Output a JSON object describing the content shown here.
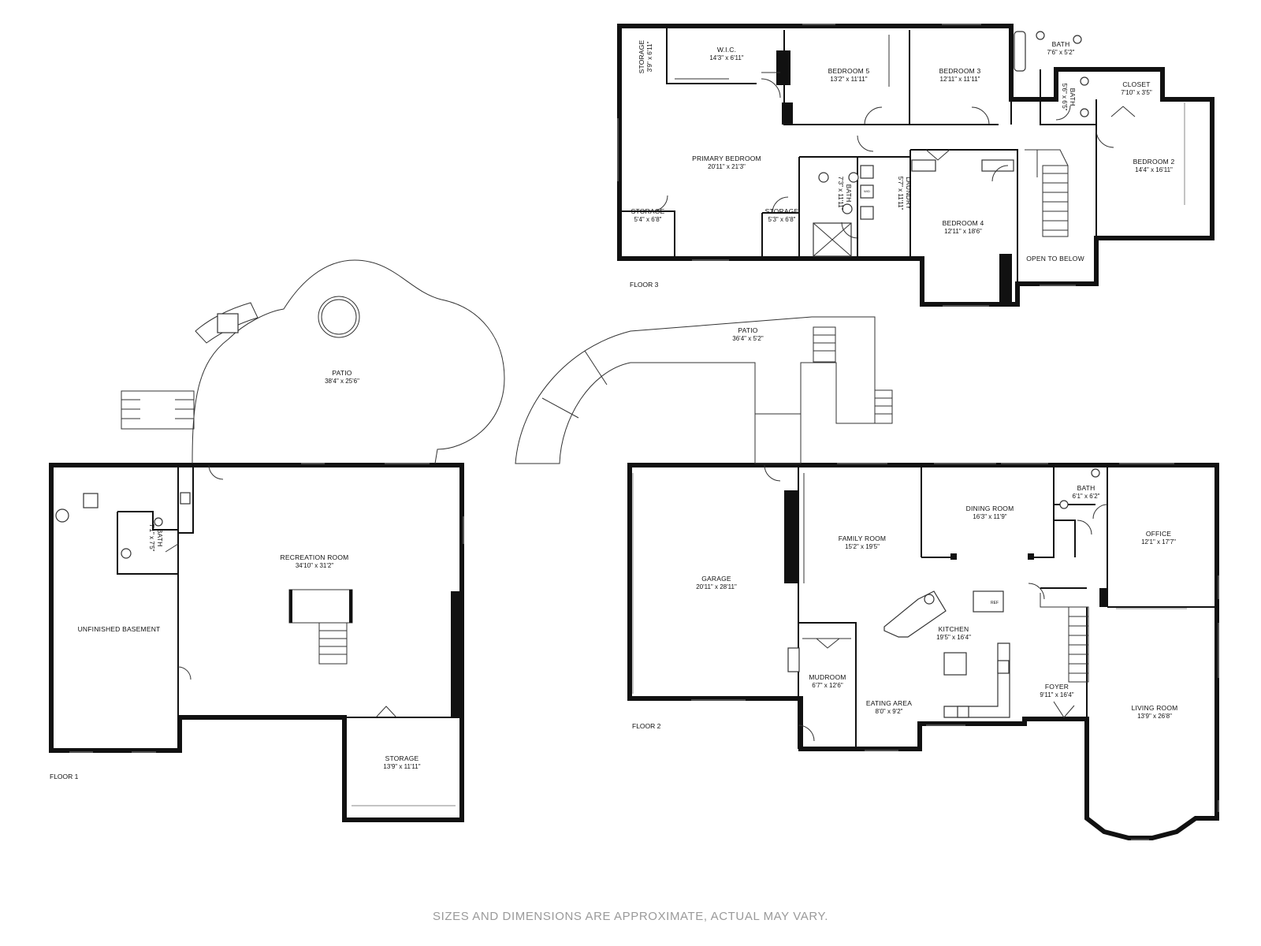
{
  "floors": [
    {
      "id": "floor3",
      "label": "FLOOR 3"
    },
    {
      "id": "floor2",
      "label": "FLOOR 2"
    },
    {
      "id": "floor1",
      "label": "FLOOR 1"
    }
  ],
  "rooms": {
    "storage_f3a": {
      "name": "STORAGE",
      "dim": "3'9\" x 6'11\""
    },
    "wic": {
      "name": "W.I.C.",
      "dim": "14'3\" x 6'11\""
    },
    "bedroom5": {
      "name": "BEDROOM 5",
      "dim": "13'2\" x 11'11\""
    },
    "bedroom3": {
      "name": "BEDROOM 3",
      "dim": "12'11\" x 11'11\""
    },
    "bath_f3a": {
      "name": "BATH",
      "dim": "7'6\" x 5'2\""
    },
    "bath_f3b": {
      "name": "BATH",
      "dim": "5'6\" x 6'5\""
    },
    "closet_f3": {
      "name": "CLOSET",
      "dim": "7'10\" x 3'5\""
    },
    "primary": {
      "name": "PRIMARY BEDROOM",
      "dim": "20'11\" x 21'3\""
    },
    "bath_f3c": {
      "name": "BATH",
      "dim": "7'3\" x 11'11\""
    },
    "laundry": {
      "name": "LAUNDRY",
      "dim": "5'7\" x 11'11\""
    },
    "storage_f3b": {
      "name": "STORAGE",
      "dim": "5'4\" x 6'8\""
    },
    "storage_f3c": {
      "name": "STORAGE",
      "dim": "5'3\" x 6'8\""
    },
    "bedroom4": {
      "name": "BEDROOM 4",
      "dim": "12'11\" x 18'6\""
    },
    "bedroom2": {
      "name": "BEDROOM 2",
      "dim": "14'4\" x 16'11\""
    },
    "open_below": {
      "name": "OPEN TO BELOW",
      "dim": ""
    },
    "patio_f1": {
      "name": "PATIO",
      "dim": "38'4\" x 25'6\""
    },
    "patio_f2": {
      "name": "PATIO",
      "dim": "36'4\" x 5'2\""
    },
    "garage": {
      "name": "GARAGE",
      "dim": "20'11\" x 28'11\""
    },
    "family": {
      "name": "FAMILY ROOM",
      "dim": "15'2\" x 19'5\""
    },
    "dining": {
      "name": "DINING ROOM",
      "dim": "16'3\" x 11'9\""
    },
    "bath_f2": {
      "name": "BATH",
      "dim": "6'1\" x 6'2\""
    },
    "office": {
      "name": "OFFICE",
      "dim": "12'1\" x 17'7\""
    },
    "kitchen": {
      "name": "KITCHEN",
      "dim": "19'5\" x 16'4\""
    },
    "mudroom": {
      "name": "MUDROOM",
      "dim": "6'7\" x 12'6\""
    },
    "eating": {
      "name": "EATING AREA",
      "dim": "8'0\" x 9'2\""
    },
    "foyer": {
      "name": "FOYER",
      "dim": "9'11\" x 16'4\""
    },
    "living": {
      "name": "LIVING ROOM",
      "dim": "13'9\" x 26'8\""
    },
    "unfinished": {
      "name": "UNFINISHED BASEMENT",
      "dim": ""
    },
    "bath_f1": {
      "name": "BATH",
      "dim": "7'1\" x 7'5\""
    },
    "recreation": {
      "name": "RECREATION ROOM",
      "dim": "34'10\" x 31'2\""
    },
    "storage_f1": {
      "name": "STORAGE",
      "dim": "13'9\" x 11'11\""
    }
  },
  "fixture_labels": {
    "ref": "REF",
    "wd": "W/D"
  },
  "disclaimer": "SIZES AND DIMENSIONS ARE APPROXIMATE, ACTUAL MAY VARY.",
  "colors": {
    "wall": "#111111",
    "window": "#8a8a8a",
    "disclaimer": "#9a9a9a",
    "background": "#ffffff"
  }
}
